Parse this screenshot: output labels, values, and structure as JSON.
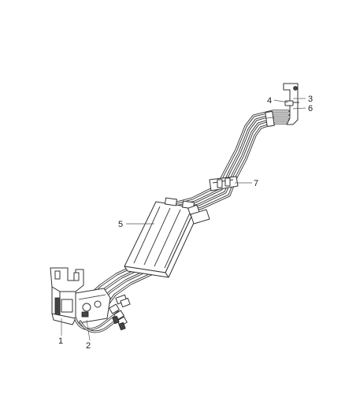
{
  "diagram": {
    "callouts": [
      {
        "id": "c1",
        "text": "1"
      },
      {
        "id": "c2",
        "text": "2"
      },
      {
        "id": "c3",
        "text": "3"
      },
      {
        "id": "c4",
        "text": "4"
      },
      {
        "id": "c5",
        "text": "5"
      },
      {
        "id": "c6",
        "text": "6"
      },
      {
        "id": "c7",
        "text": "7"
      }
    ],
    "colors": {
      "line": "#333333",
      "background": "#ffffff"
    }
  }
}
